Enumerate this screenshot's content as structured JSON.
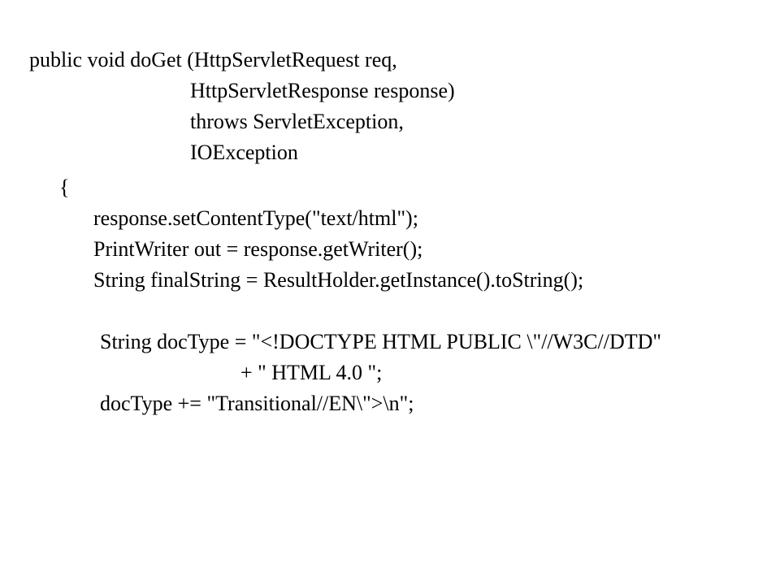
{
  "code": {
    "lines": [
      "public void doGet (HttpServletRequest req,",
      "HttpServletResponse response)",
      "throws ServletException,",
      "IOException",
      "{",
      "response.setContentType(\"text/html\");",
      "PrintWriter out = response.getWriter();",
      "String finalString = ResultHolder.getInstance().toString();",
      "String docType = \"<!DOCTYPE HTML PUBLIC \\\"//W3C//DTD\"",
      "+ \" HTML 4.0 \";",
      "docType += \"Transitional//EN\\\">\\n\";"
    ]
  }
}
